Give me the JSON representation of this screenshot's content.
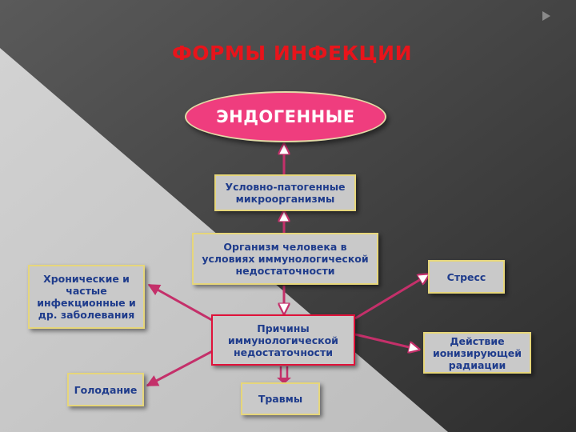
{
  "title": "ФОРМЫ ИНФЕКЦИИ",
  "root": "ЭНДОГЕННЫЕ",
  "nodes": {
    "microorganisms": "Условно-патогенные микроорганизмы",
    "organism": "Организм человека в условиях иммунологической недостаточности",
    "causes": "Причины иммунологической недостаточности",
    "chronic": "Хронические и частые инфекционные и др. заболевания",
    "stress": "Стресс",
    "radiation": "Действие ионизирующей радиации",
    "starvation": "Голодание",
    "injuries": "Травмы"
  },
  "colors": {
    "title": "#e8141b",
    "oval_fill": "#ef3d7e",
    "box_fill": "#c9c9c9",
    "box_text": "#1f3c8c",
    "arrow": "#c4306a"
  }
}
